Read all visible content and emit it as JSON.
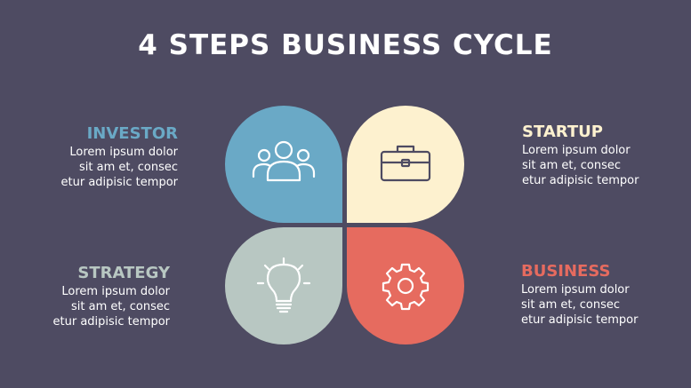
{
  "title": "4 STEPS BUSINESS CYCLE",
  "colors": {
    "background": "#4e4b62",
    "investor": "#6aa9c6",
    "startup": "#fdf1cf",
    "strategy": "#b8c7c2",
    "business": "#e66b5f",
    "icon_stroke_light": "#ffffff",
    "icon_stroke_dark": "#4e4b62"
  },
  "steps": [
    {
      "id": "investor",
      "label": "INVESTOR",
      "icon": "people-group-icon",
      "desc_lines": [
        "Lorem ipsum dolor",
        "sit am et, consec",
        "etur adipisic tempor"
      ]
    },
    {
      "id": "startup",
      "label": "STARTUP",
      "icon": "briefcase-icon",
      "desc_lines": [
        "Lorem ipsum dolor",
        "sit am et, consec",
        "etur adipisic tempor"
      ]
    },
    {
      "id": "strategy",
      "label": "STRATEGY",
      "icon": "lightbulb-icon",
      "desc_lines": [
        "Lorem ipsum dolor",
        "sit am et, consec",
        "etur adipisic tempor"
      ]
    },
    {
      "id": "business",
      "label": "BUSINESS",
      "icon": "gear-icon",
      "desc_lines": [
        "Lorem ipsum dolor",
        "sit am et, consec",
        "etur adipisic tempor"
      ]
    }
  ]
}
